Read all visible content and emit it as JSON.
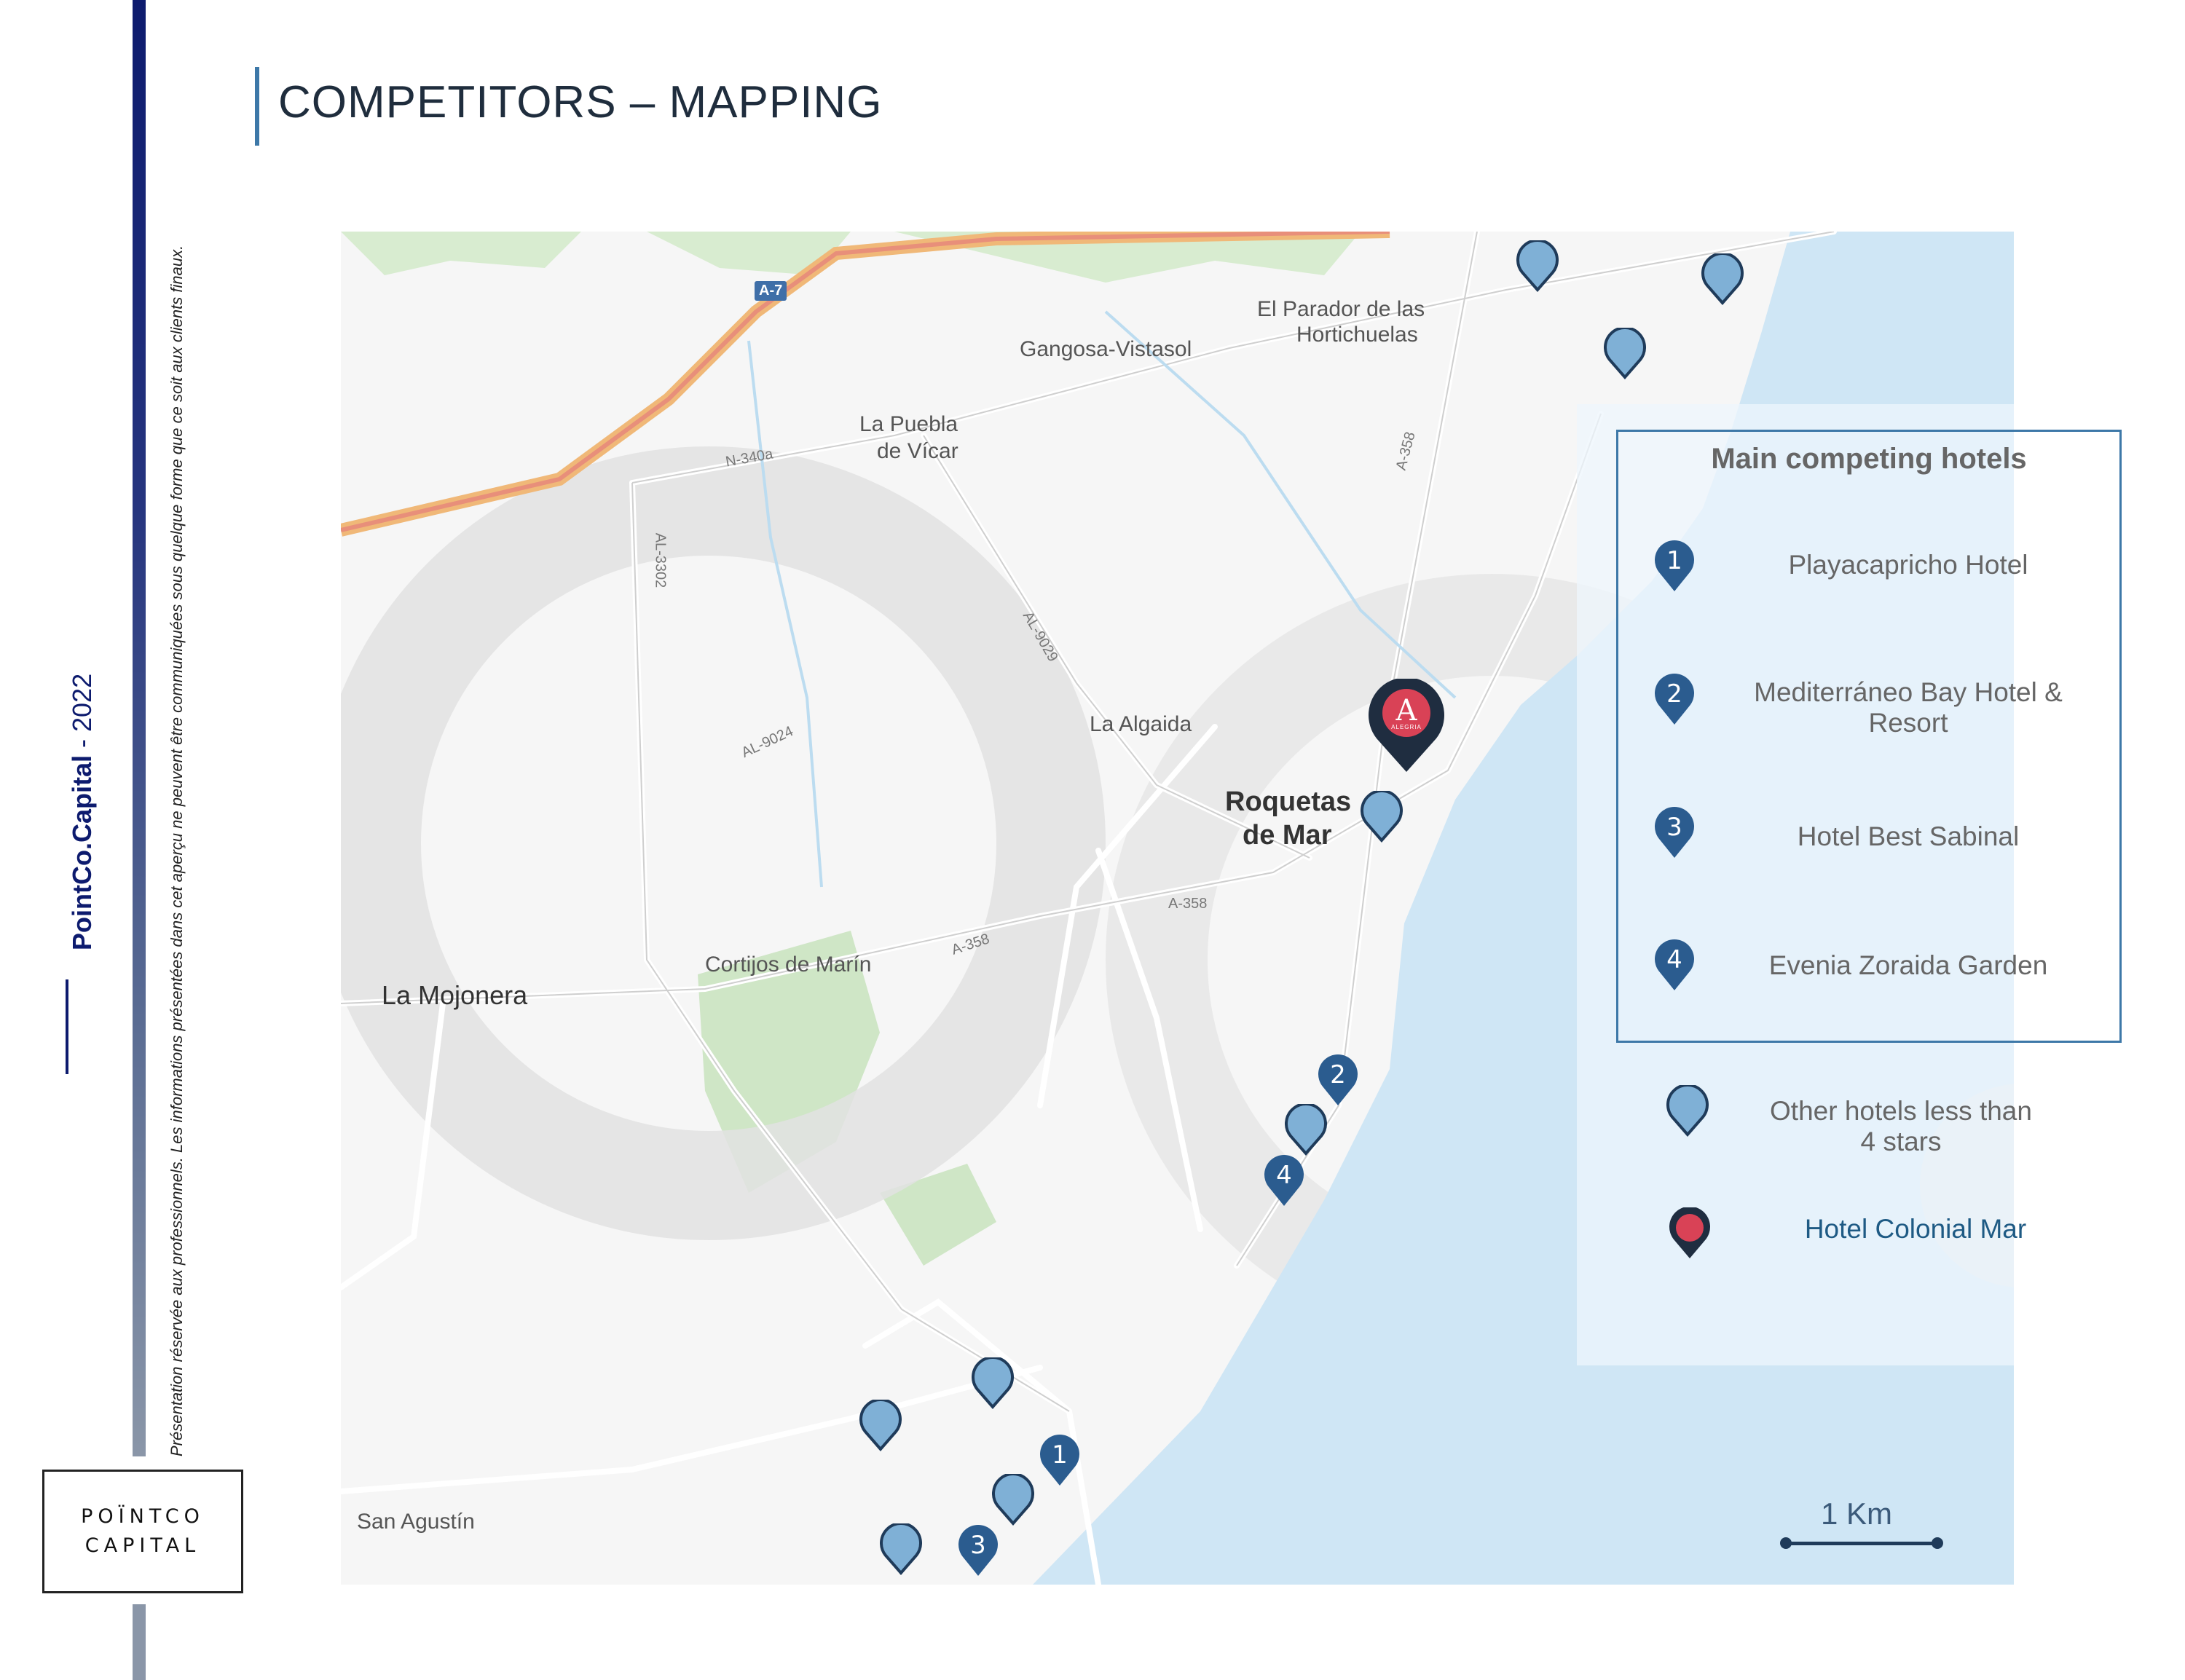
{
  "sidebar": {
    "disclaimer": "Présentation réservée aux professionnels. Les informations présentées dans cet aperçu ne peuvent être communiquées sous quelque forme que ce soit aux clients finaux.",
    "brand": "PointCo.Capital",
    "separator": " - ",
    "year": "2022",
    "logo_line1": "POÏNTCO",
    "logo_line2": "CAPITAL"
  },
  "title": "COMPETITORS – MAPPING",
  "map": {
    "places": {
      "gangosa": "Gangosa-Vistasol",
      "parador": "El Parador de las",
      "parador2": "Hortichuelas",
      "puebla": "La Puebla",
      "puebla2": "de Vícar",
      "algaida": "La Algaida",
      "roquetas": "Roquetas",
      "roquetas2": "de Mar",
      "mojonera": "La Mojonera",
      "cortijos": "Cortijos de Marín",
      "agustin": "San Agustín"
    },
    "roads": {
      "a7": "A-7",
      "n340a": "N-340a",
      "al3302": "AL-3302",
      "al9024": "AL-9024",
      "al9029": "AL-9029",
      "a358a": "A-358",
      "a358b": "A-358",
      "a358c": "A-358"
    },
    "pins": {
      "p1": "1",
      "p2": "2",
      "p3": "3",
      "p4": "4"
    },
    "colonial_pin_letter": "A",
    "colonial_pin_sub": "ALEGRIA",
    "scale": "1 Km"
  },
  "legend": {
    "title": "Main competing hotels",
    "items": [
      {
        "num": "1",
        "label": "Playacapricho Hotel"
      },
      {
        "num": "2",
        "label": "Mediterráneo Bay Hotel & Resort"
      },
      {
        "num": "3",
        "label": "Hotel Best Sabinal"
      },
      {
        "num": "4",
        "label": "Evenia Zoraida Garden"
      }
    ],
    "other_label": "Other hotels less than 4 stars",
    "colonial_label": "Hotel Colonial Mar"
  },
  "colors": {
    "competitor_pin": "#2b5c8f",
    "other_pin": "#7fb0d6",
    "colonial_pin": "#d94256",
    "accent": "#3d78a8"
  }
}
